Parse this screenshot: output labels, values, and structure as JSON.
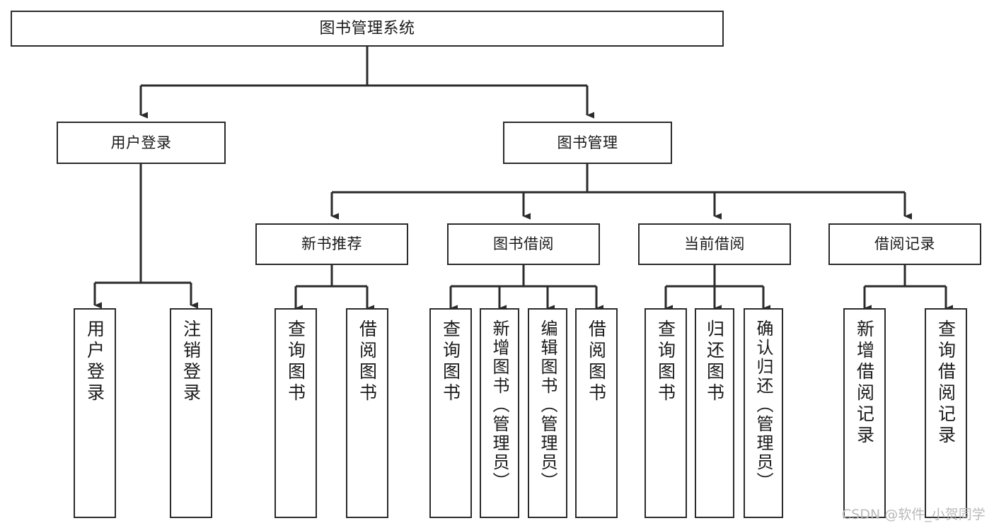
{
  "diagram": {
    "title": "图书管理系统",
    "type": "hierarchy-tree",
    "watermark": "CSDN @软件_小贺同学",
    "colors": {
      "border": "#2b2b2b",
      "background": "#ffffff",
      "text": "#1a1a1a",
      "watermark": "#b9b9b9"
    },
    "root": {
      "label": "图书管理系统"
    },
    "level2": [
      {
        "label": "用户登录"
      },
      {
        "label": "图书管理"
      }
    ],
    "level3": [
      {
        "label": "新书推荐"
      },
      {
        "label": "图书借阅"
      },
      {
        "label": "当前借阅"
      },
      {
        "label": "借阅记录"
      }
    ],
    "leaves": {
      "user_login": [
        {
          "label": "用户登录"
        },
        {
          "label": "注销登录"
        }
      ],
      "new_book_recommend": [
        {
          "label": "查询图书"
        },
        {
          "label": "借阅图书"
        }
      ],
      "book_borrow": [
        {
          "label": "查询图书"
        },
        {
          "label": "新增图书（管理员）"
        },
        {
          "label": "编辑图书（管理员）"
        },
        {
          "label": "借阅图书"
        }
      ],
      "current_borrow": [
        {
          "label": "查询图书"
        },
        {
          "label": "归还图书"
        },
        {
          "label": "确认归还（管理员）"
        }
      ],
      "borrow_records": [
        {
          "label": "新增借阅记录"
        },
        {
          "label": "查询借阅记录"
        }
      ]
    }
  }
}
